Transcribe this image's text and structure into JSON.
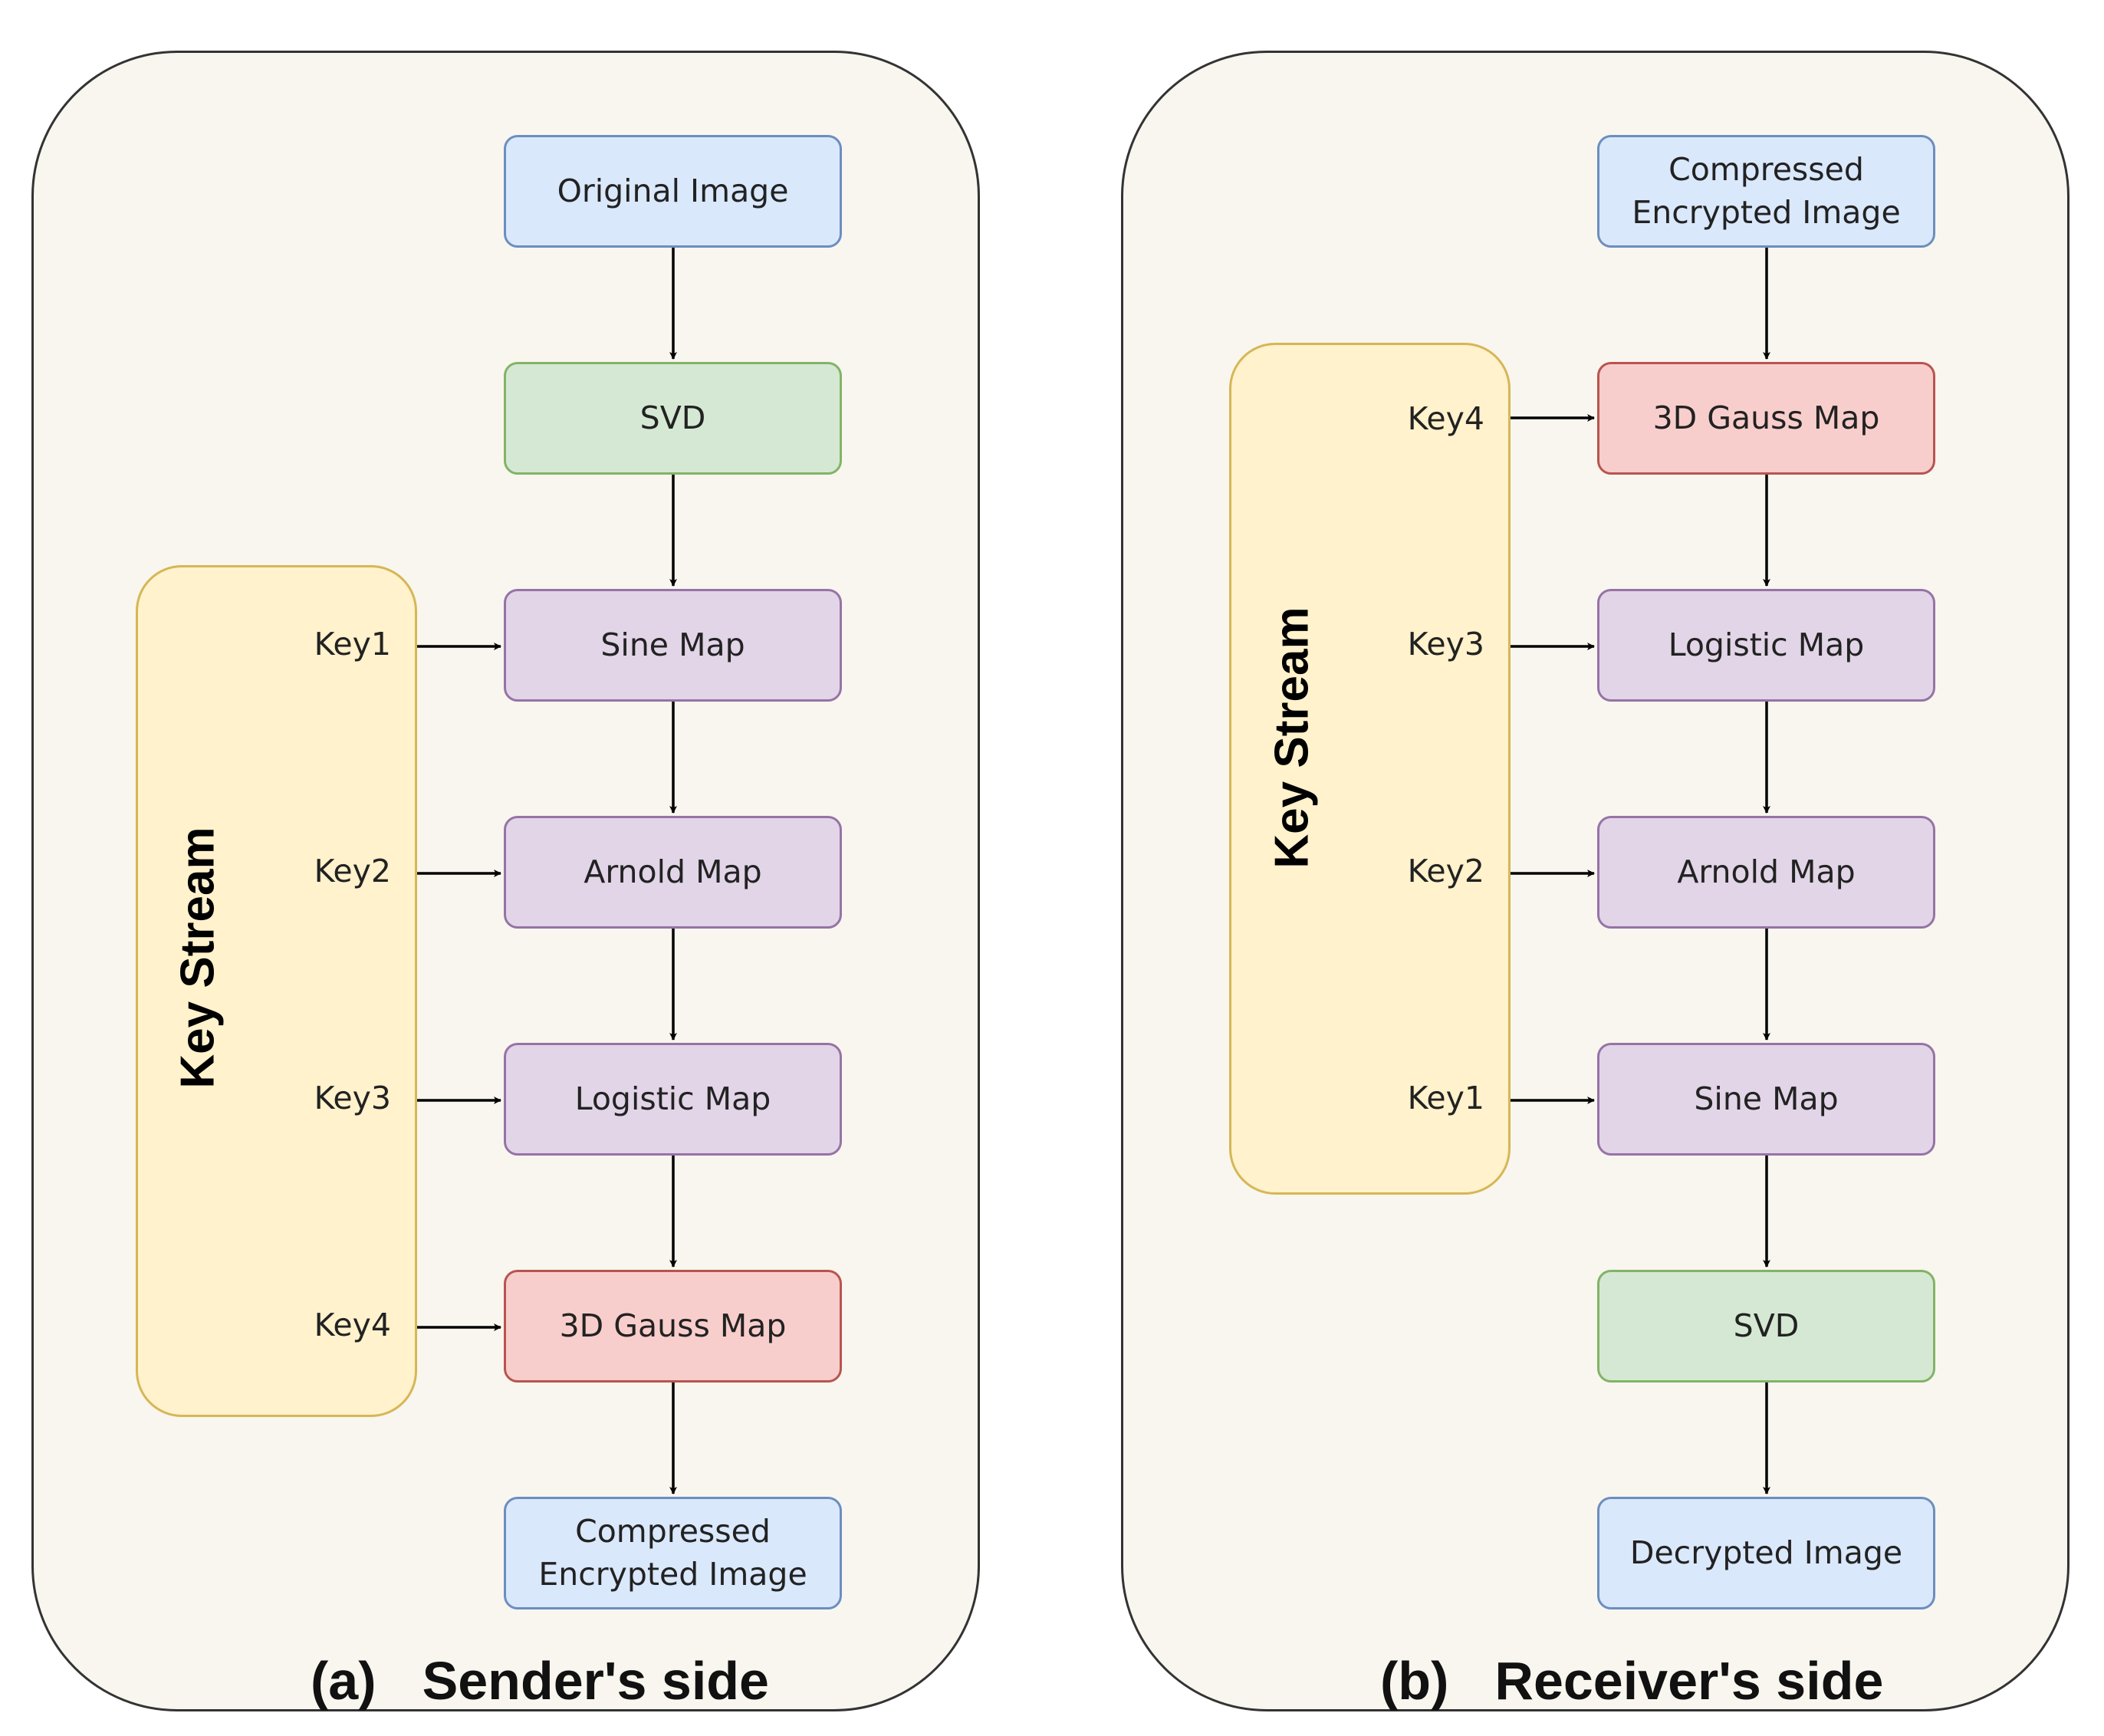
{
  "sender": {
    "caption_tag": "(a)",
    "caption": "Sender's side",
    "keystream_title": "Key Stream",
    "nodes": {
      "original": "Original Image",
      "svd": "SVD",
      "sine": "Sine Map",
      "arnold": "Arnold Map",
      "logistic": "Logistic Map",
      "gauss": "3D Gauss Map",
      "output": "Compressed\nEncrypted Image"
    },
    "keys": {
      "key1": "Key1",
      "key2": "Key2",
      "key3": "Key3",
      "key4": "Key4"
    }
  },
  "receiver": {
    "caption_tag": "(b)",
    "caption": "Receiver's side",
    "keystream_title": "Key Stream",
    "nodes": {
      "input": "Compressed\nEncrypted Image",
      "gauss": "3D Gauss Map",
      "logistic": "Logistic Map",
      "arnold": "Arnold Map",
      "sine": "Sine Map",
      "svd": "SVD",
      "output": "Decrypted Image"
    },
    "keys": {
      "key4": "Key4",
      "key3": "Key3",
      "key2": "Key2",
      "key1": "Key1"
    }
  },
  "colors": {
    "image_fill": "#dae8fc",
    "svd_fill": "#d5e8d4",
    "map_fill": "#e1d5e7",
    "gauss_fill": "#f8cecc",
    "keystream_fill": "#fff2cc",
    "panel_fill": "#f8f6ee"
  }
}
